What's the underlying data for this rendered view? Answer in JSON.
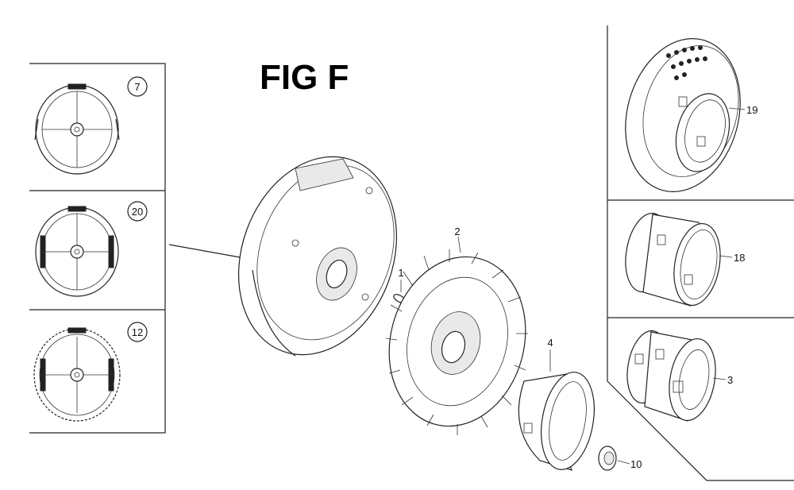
{
  "figure": {
    "title": "FIG F"
  },
  "left_panel": {
    "insets": [
      {
        "label": "7"
      },
      {
        "label": "20"
      },
      {
        "label": "12"
      }
    ]
  },
  "right_panel": {
    "insets": [
      {
        "label": "19"
      },
      {
        "label": "18"
      },
      {
        "label": "3"
      }
    ]
  },
  "center_parts": {
    "callouts": [
      {
        "label": "1"
      },
      {
        "label": "2"
      },
      {
        "label": "4"
      },
      {
        "label": "10"
      }
    ]
  }
}
